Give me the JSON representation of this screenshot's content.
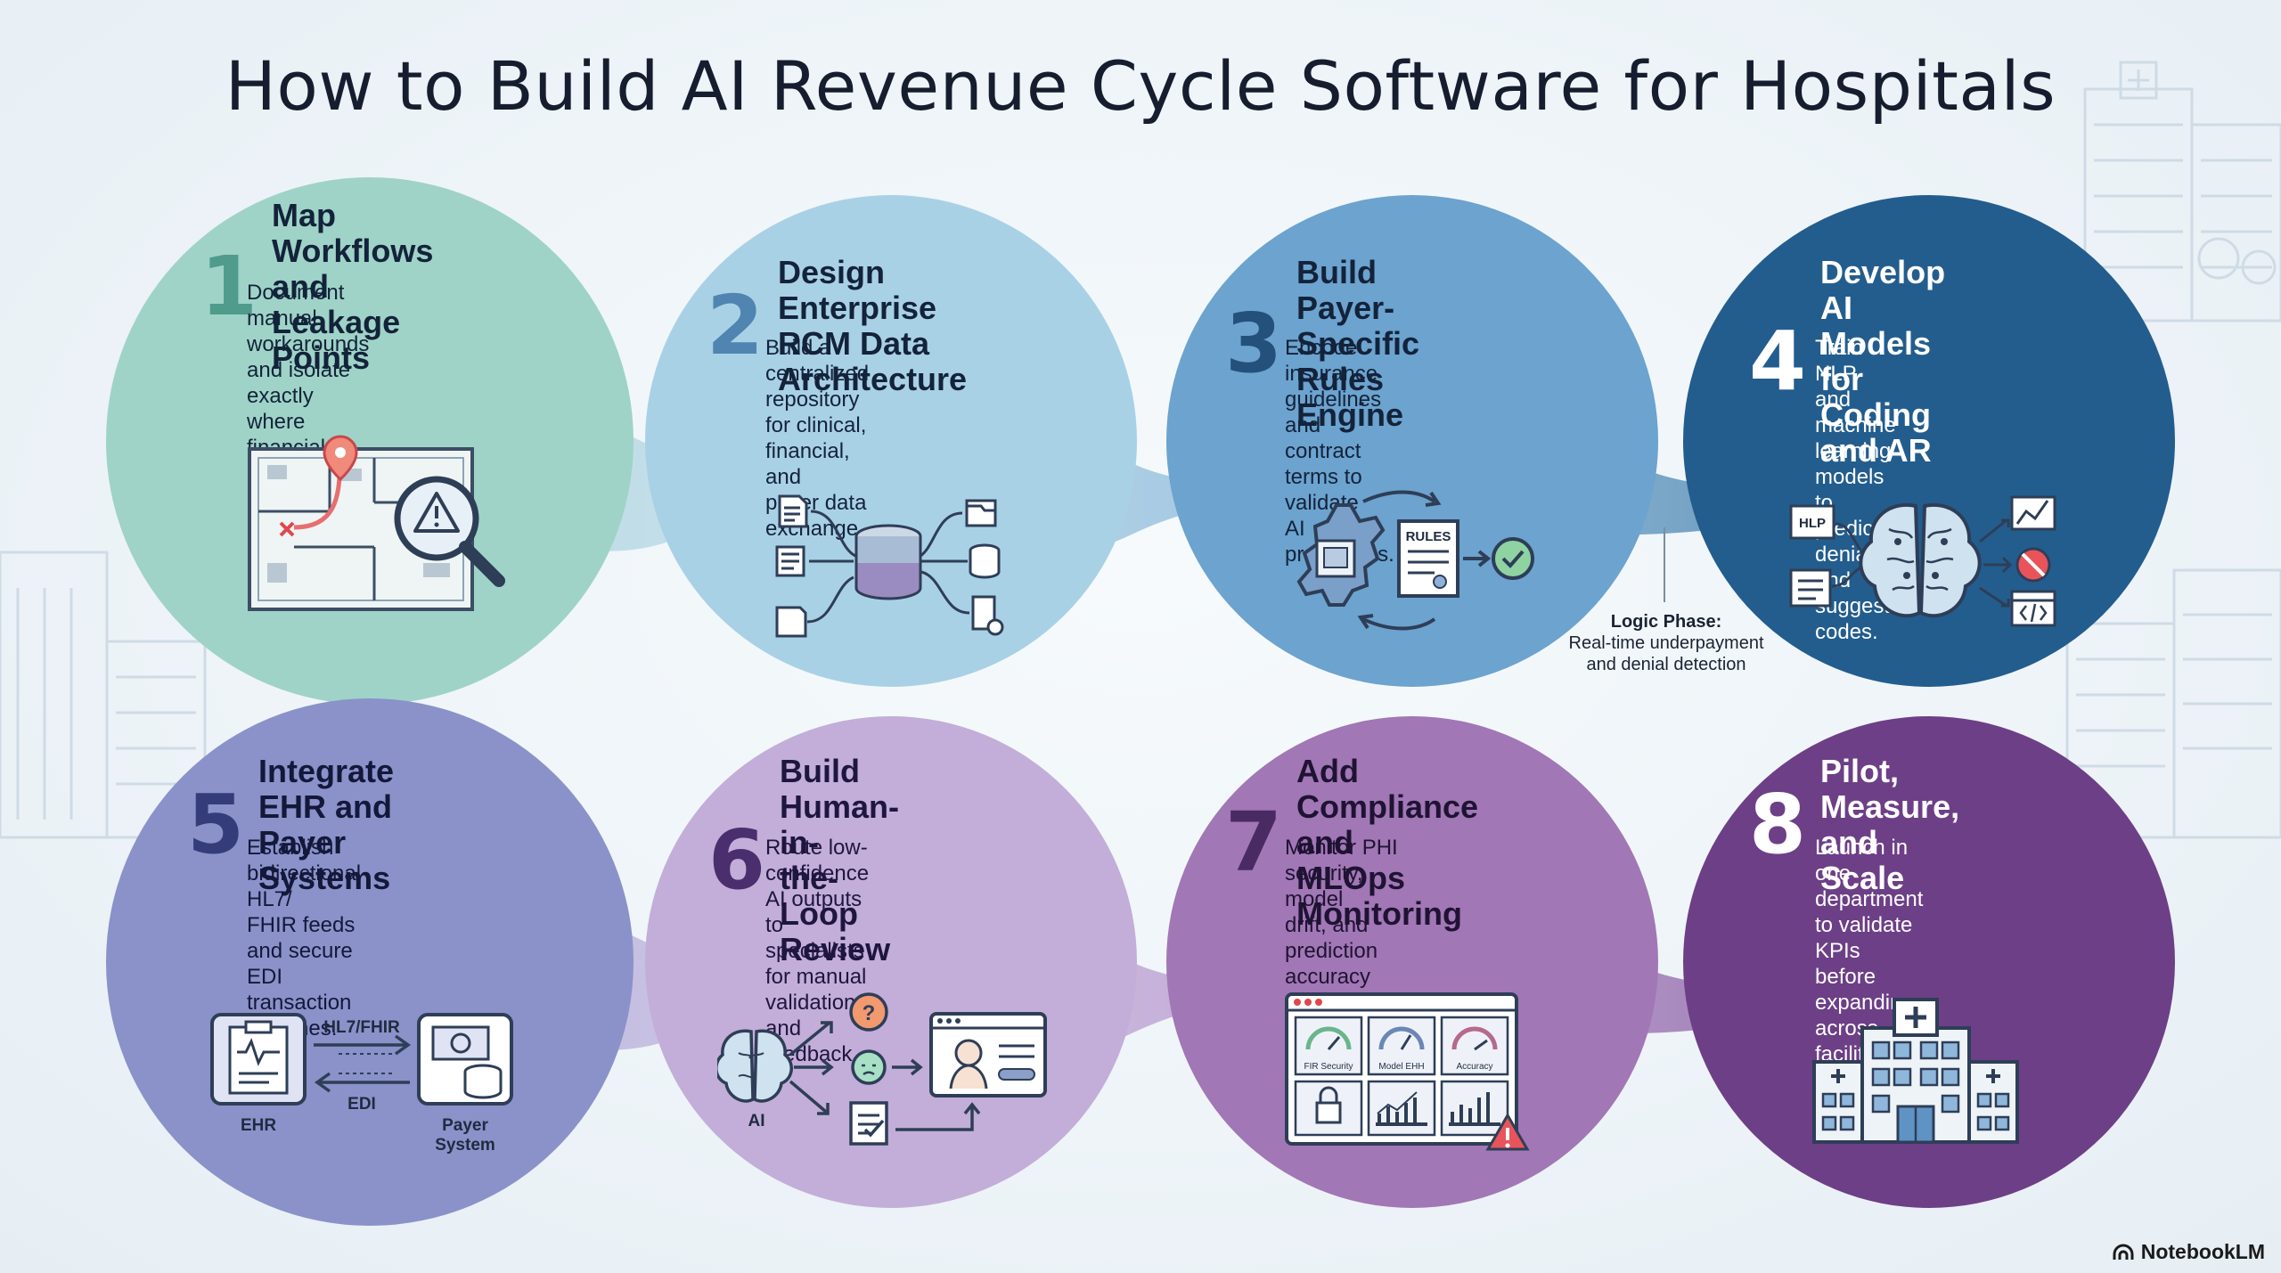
{
  "title": "How to Build AI Revenue Cycle Software for Hospitals",
  "steps": [
    {
      "number": "1",
      "title": "Map Workflows\nand Leakage Points",
      "description": "Document manual workarounds\nand isolate exactly where\nfinancial denials occur.",
      "color": "#9fd3c7"
    },
    {
      "number": "2",
      "title": "Design Enterprise\nRCM Data Architecture",
      "description": "Build a centralized repository\nfor clinical, financial, and\npayer data exchange.",
      "color": "#a9d1e6"
    },
    {
      "number": "3",
      "title": "Build Payer-Specific\nRules Engine",
      "description": "Encode insurance guidelines\nand contract terms to validate\nAI predictions.",
      "color": "#6ca3cf"
    },
    {
      "number": "4",
      "title": "Develop AI Models\nfor Coding and AR",
      "description": "Train NLP and machine learning\nmodels to predict denials and\nsuggest codes.",
      "color": "#235d8e"
    },
    {
      "number": "5",
      "title": "Integrate EHR and\nPayer Systems",
      "description": "Establish bidirectional HL7/\nFHIR feeds and secure EDI\ntransaction pipelines.",
      "color": "#8a92c9"
    },
    {
      "number": "6",
      "title": "Build Human-in-\nthe-Loop Review",
      "description": "Route low-confidence AI outputs\nto specialists for manual\nvalidation and feedback.",
      "color": "#c2aed8"
    },
    {
      "number": "7",
      "title": "Add Compliance and\nMLOps Monitoring",
      "description": "Monitor PHI security, model\ndrift, and prediction accuracy\ncontinuously.",
      "color": "#a177b5"
    },
    {
      "number": "8",
      "title": "Pilot, Measure,\nand Scale",
      "description": "Launch in one department\nto validate KPIs before\nexpanding across facilities.",
      "color": "#6d3f87"
    }
  ],
  "logic_note": {
    "title": "Logic Phase:",
    "text": "Real-time underpayment\nand denial detection"
  },
  "icon_labels": {
    "hlp": "HLP",
    "rules": "RULES",
    "hl7": "HL7/FHIR",
    "edi": "EDI",
    "ehr": "EHR",
    "payer": "Payer\nSystem",
    "ai": "AI",
    "fir_security": "FIR Security",
    "model_ehh": "Model EHH",
    "accuracy": "Accuracy"
  },
  "icons": [
    "floorplan-map-icon",
    "data-architecture-icon",
    "rules-engine-icon",
    "ai-brain-icon",
    "ehr-payer-integration-icon",
    "human-in-loop-icon",
    "monitoring-dashboard-icon",
    "hospital-icon"
  ],
  "brand": "NotebookLM"
}
